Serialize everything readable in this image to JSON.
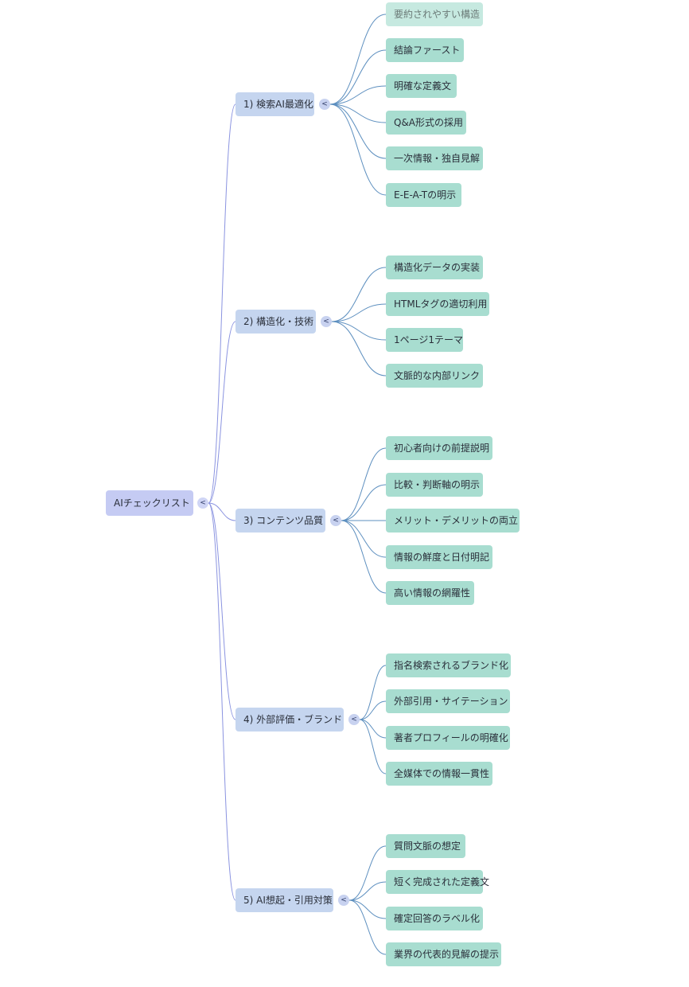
{
  "root": {
    "label": "AIチェックリスト",
    "toggle": "<"
  },
  "branches": [
    {
      "label": "1) 検索AI最適化",
      "toggle": "<",
      "leaves": [
        "要約されやすい構造",
        "結論ファースト",
        "明確な定義文",
        "Q&A形式の採用",
        "一次情報・独自見解",
        "E-E-A-Tの明示"
      ]
    },
    {
      "label": "2) 構造化・技術",
      "toggle": "<",
      "leaves": [
        "構造化データの実装",
        "HTMLタグの適切利用",
        "1ページ1テーマ",
        "文脈的な内部リンク"
      ]
    },
    {
      "label": "3) コンテンツ品質",
      "toggle": "<",
      "leaves": [
        "初心者向けの前提説明",
        "比較・判断軸の明示",
        "メリット・デメリットの両立",
        "情報の鮮度と日付明記",
        "高い情報の網羅性"
      ]
    },
    {
      "label": "4) 外部評価・ブランド",
      "toggle": "<",
      "leaves": [
        "指名検索されるブランド化",
        "外部引用・サイテーション",
        "著者プロフィールの明確化",
        "全媒体での情報一貫性"
      ]
    },
    {
      "label": "5) AI想起・引用対策",
      "toggle": "<",
      "leaves": [
        "質問文脈の想定",
        "短く完成された定義文",
        "確定回答のラベル化",
        "業界の代表的見解の提示"
      ]
    }
  ],
  "colors": {
    "root": "#c5cbf3",
    "branch": "#c5d5ef",
    "leaf": "#a8ddd0",
    "edge_root": "#8a93e0",
    "edge_branch": "#5d8fbf"
  }
}
